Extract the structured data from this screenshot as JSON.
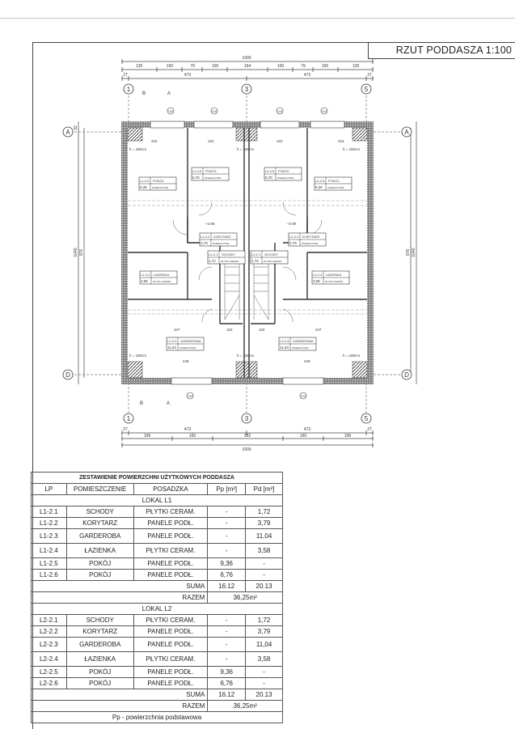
{
  "title": "RZUT PODDASZA 1:100",
  "dims_top": {
    "total": "1000",
    "segments": [
      "139",
      "100",
      "79",
      "100",
      "164",
      "100",
      "79",
      "100",
      "139"
    ],
    "axes": [
      "27",
      "473",
      "473",
      "27"
    ]
  },
  "dims_bottom": {
    "axes": [
      "27",
      "473",
      "473",
      "27"
    ],
    "segments": [
      "199",
      "160",
      "282",
      "160",
      "199"
    ],
    "total": "1000"
  },
  "dims_side": {
    "left_outer": "1040",
    "left_inner": "976",
    "right_inner": "976",
    "right_outer": "1040",
    "top_small": "32"
  },
  "axis_labels": {
    "a1": "1",
    "a3": "3",
    "a5": "5",
    "rowA": "A",
    "rowD": "D"
  },
  "window_tags": {
    "top": "O4",
    "bottom": "O3"
  },
  "section_marks": [
    "B",
    "A"
  ],
  "room_dims": {
    "w215": "215",
    "w222": "222",
    "w449": "449",
    "w347": "347",
    "w102": "102",
    "h180": "h = 180cm",
    "lvl": "+2.96"
  },
  "rooms": [
    {
      "code": "L1-2.5",
      "name": "POKÓJ",
      "area": "9,36",
      "floor": "PANELE PODŁ"
    },
    {
      "code": "L1-2.6",
      "name": "POKÓJ",
      "area": "6,76",
      "floor": "PANELE PODŁ"
    },
    {
      "code": "L2-2.6",
      "name": "POKÓJ",
      "area": "6,76",
      "floor": "PANELE PODŁ"
    },
    {
      "code": "L2-2.5",
      "name": "POKÓJ",
      "area": "9,36",
      "floor": "PANELE PODŁ"
    },
    {
      "code": "L1-2.2",
      "name": "KORYTARZ",
      "area": "3,79",
      "floor": "PANELE PODŁ"
    },
    {
      "code": "L2-2.2",
      "name": "KORYTARZ",
      "area": "3,79",
      "floor": "PANELE PODŁ"
    },
    {
      "code": "L1-2.1",
      "name": "SCHODY",
      "area": "1,72",
      "floor": "PŁYTKI CERAM"
    },
    {
      "code": "L2-2.1",
      "name": "SCHODY",
      "area": "1,72",
      "floor": "PŁYTKI CERAM"
    },
    {
      "code": "L1-2.4",
      "name": "ŁAZIENKA",
      "area": "3,58",
      "floor": "PŁYTKI CERAM"
    },
    {
      "code": "L2-2.4",
      "name": "ŁAZIENKA",
      "area": "3,58",
      "floor": "PŁYTKI CERAM"
    },
    {
      "code": "L1-2.3",
      "name": "GARDEROBA",
      "area": "11,04",
      "floor": "PANELE PODŁ"
    },
    {
      "code": "L2-2.3",
      "name": "GARDEROBA",
      "area": "11,04",
      "floor": "PANELE PODŁ"
    }
  ],
  "table": {
    "title": "ZESTAWIENIE POWIERZCHNI UŻYTKOWYCH PODDASZA",
    "headers": [
      "LP",
      "POMIESZCZENIE",
      "POSADZKA",
      "Pp [m²]",
      "Pd [m²]"
    ],
    "lokale": [
      {
        "name": "LOKAL L1",
        "rows": [
          [
            "L1-2.1",
            "SCHODY",
            "PŁYTKI CERAM.",
            "-",
            "1,72"
          ],
          [
            "L1-2.2",
            "KORYTARZ",
            "PANELE PODŁ.",
            "-",
            "3,79"
          ],
          [
            "L1-2.3",
            "GARDEROBA",
            "PANELE PODŁ.",
            "-",
            "11,04"
          ],
          [
            "L1-2.4",
            "ŁAZIENKA",
            "PŁYTKI CERAM.",
            "-",
            "3,58"
          ],
          [
            "L1-2.5",
            "POKÓJ",
            "PANELE PODŁ.",
            "9,36",
            "-"
          ],
          [
            "L1-2.6",
            "POKÓJ",
            "PANELE PODŁ.",
            "6,76",
            "-"
          ]
        ],
        "suma_label": "SUMA",
        "suma_pp": "16.12",
        "suma_pd": "20.13",
        "razem_label": "RAZEM",
        "razem": "36,25m²"
      },
      {
        "name": "LOKAL L2",
        "rows": [
          [
            "L2-2.1",
            "SCHODY",
            "PŁYTKI CERAM.",
            "-",
            "1,72"
          ],
          [
            "L2-2.2",
            "KORYTARZ",
            "PANELE PODŁ.",
            "-",
            "3,79"
          ],
          [
            "L2-2.3",
            "GARDEROBA",
            "PANELE PODŁ.",
            "-",
            "11,04"
          ],
          [
            "L2-2.4",
            "ŁAZIENKA",
            "PŁYTKI CERAM.",
            "-",
            "3,58"
          ],
          [
            "L2-2.5",
            "POKÓJ",
            "PANELE PODŁ.",
            "9,36",
            "-"
          ],
          [
            "L2-2.6",
            "POKÓJ",
            "PANELE PODŁ.",
            "6,76",
            "-"
          ]
        ],
        "suma_label": "SUMA",
        "suma_pp": "16.12",
        "suma_pd": "20.13",
        "razem_label": "RAZEM",
        "razem": "36,25m²"
      }
    ],
    "legend": "Pp - powierzchnia podstawowa"
  }
}
